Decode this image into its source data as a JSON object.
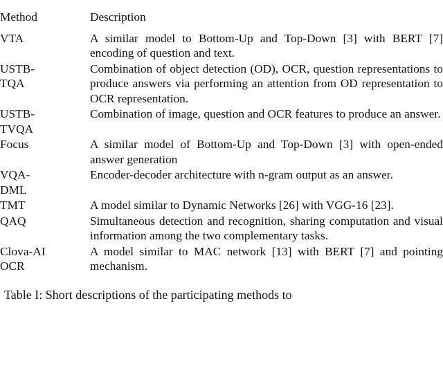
{
  "document": {
    "type": "academic-table",
    "caption": "Table I: Short descriptions of the participating methods to",
    "colors": {
      "text": "#111111",
      "rule": "#111111",
      "background": "#ffffff"
    }
  },
  "table": {
    "headers": {
      "method": "Method",
      "description": "Description"
    },
    "rows": [
      {
        "method": "VTA",
        "description": "A similar model to Bottom-Up and Top-Down [3] with BERT [7] encoding of question and text."
      },
      {
        "method": "USTB-\nTQA",
        "description": "Combination of object detection (OD), OCR, question representations to produce answers via performing an attention from OD representation to OCR representation."
      },
      {
        "method": "USTB-\nTVQA",
        "description": "Combination of image, question and OCR features to produce an answer."
      },
      {
        "method": "Focus",
        "description": "A similar model of Bottom-Up and Top-Down [3] with open-ended answer generation"
      },
      {
        "method": "VQA-\nDML",
        "description": "Encoder-decoder architecture with n-gram output as an answer."
      },
      {
        "method": "TMT",
        "description": "A model similar to Dynamic Networks [26] with VGG-16 [23]."
      },
      {
        "method": "QAQ",
        "description": "Simultaneous detection and recognition, sharing computation and visual information among the two complementary tasks."
      },
      {
        "method": "Clova-AI\nOCR",
        "description": "A model similar to MAC network [13] with BERT [7] and pointing mechanism."
      }
    ]
  }
}
